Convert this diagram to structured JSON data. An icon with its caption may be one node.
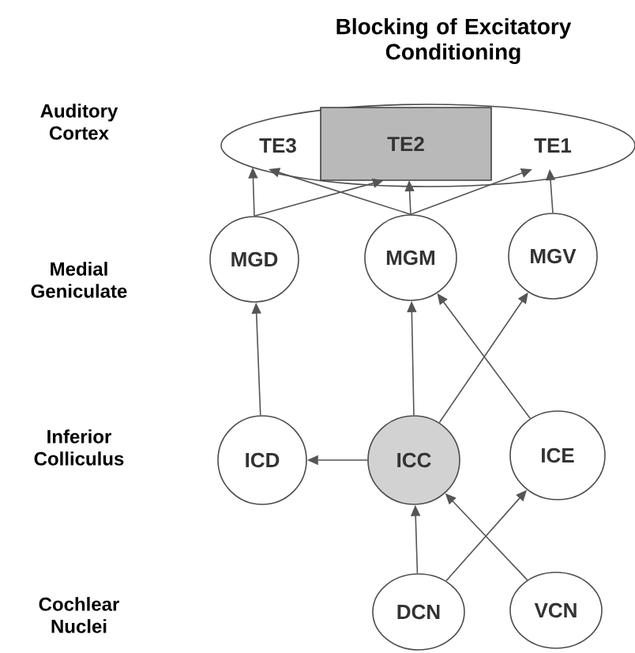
{
  "diagram": {
    "title": "Blocking of Excitatory Conditioning",
    "nodes": [
      {
        "text": [],
        "shape": "ellipse"
      },
      {
        "text": [
          "TE3"
        ],
        "in": 0
      },
      {
        "text": [
          "TE2"
        ],
        "in": 0
      },
      {
        "text": [
          "TE1"
        ],
        "in": 0
      },
      {
        "text": [
          "MGD"
        ]
      },
      {
        "text": [
          "MGM"
        ]
      },
      {
        "text": [
          "MGV"
        ]
      },
      {
        "text": [
          "ICD"
        ]
      },
      {
        "text": [
          "ICC"
        ]
      },
      {
        "text": [
          "ICE"
        ]
      },
      {
        "text": [
          "DCN"
        ]
      },
      {
        "text": [
          "VCN"
        ]
      }
    ],
    "edges": [
      {
        "from": 4,
        "to": 1,
        "arrow": "to"
      },
      {
        "from": 4,
        "to": 2,
        "arrow": "to"
      },
      {
        "from": 5,
        "to": 1,
        "arrow": "to"
      },
      {
        "from": 5,
        "to": 2,
        "arrow": "to"
      },
      {
        "from": 5,
        "to": 3,
        "arrow": "to"
      },
      {
        "from": 6,
        "to": 3,
        "arrow": "to"
      },
      {
        "from": 7,
        "to": 4,
        "arrow": "to"
      },
      {
        "from": 8,
        "to": 5,
        "arrow": "to"
      },
      {
        "from": 8,
        "to": 6,
        "arrow": "to"
      },
      {
        "from": 9,
        "to": 5,
        "arrow": "to"
      },
      {
        "from": 8,
        "to": 7,
        "arrow": "to"
      },
      {
        "from": 10,
        "to": 8,
        "arrow": "to"
      },
      {
        "from": 10,
        "to": 9,
        "arrow": "to"
      },
      {
        "from": 11,
        "to": 8,
        "arrow": "to"
      }
    ],
    "labels": [
      "Auditory Cortex",
      "Medial Geniculate",
      "Inferior Colliculus",
      "Cochlear Nuclei"
    ]
  }
}
